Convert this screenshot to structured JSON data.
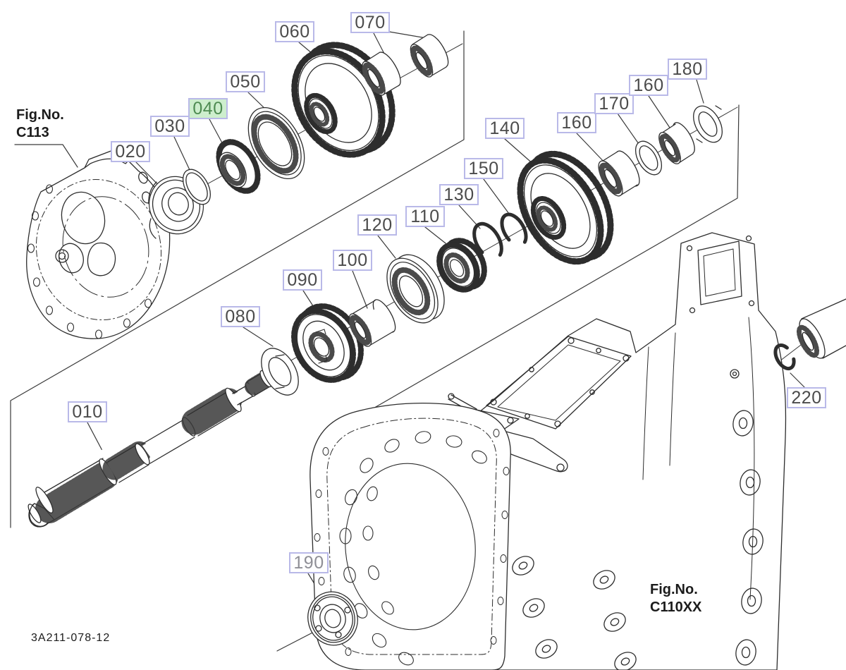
{
  "diagram": {
    "kind": "exploded-parts-diagram",
    "drawing_number": "3A211-078-12",
    "figure_refs": {
      "top_left": {
        "line1": "Fig.No.",
        "line2": "C113"
      },
      "bottom_right": {
        "line1": "Fig.No.",
        "line2": "C110XX"
      }
    }
  },
  "colors": {
    "line": "#2d2d2d",
    "label_border": "#b9b9e8",
    "label_text": "#4b4b4b",
    "highlight_bg": "#cdeecd",
    "highlight_text": "#4e8b52",
    "muted_label_text": "#8f8f96",
    "background": "#ffffff"
  },
  "callouts": [
    {
      "text": "010"
    },
    {
      "text": "020"
    },
    {
      "text": "030"
    },
    {
      "text": "040",
      "highlighted": true
    },
    {
      "text": "050"
    },
    {
      "text": "060"
    },
    {
      "text": "070"
    },
    {
      "text": "080"
    },
    {
      "text": "090"
    },
    {
      "text": "100"
    },
    {
      "text": "110"
    },
    {
      "text": "120"
    },
    {
      "text": "130"
    },
    {
      "text": "140"
    },
    {
      "text": "150"
    },
    {
      "text": "160"
    },
    {
      "text": "170"
    },
    {
      "text": "160"
    },
    {
      "text": "180"
    },
    {
      "text": "190",
      "muted": true
    },
    {
      "text": "220"
    }
  ]
}
